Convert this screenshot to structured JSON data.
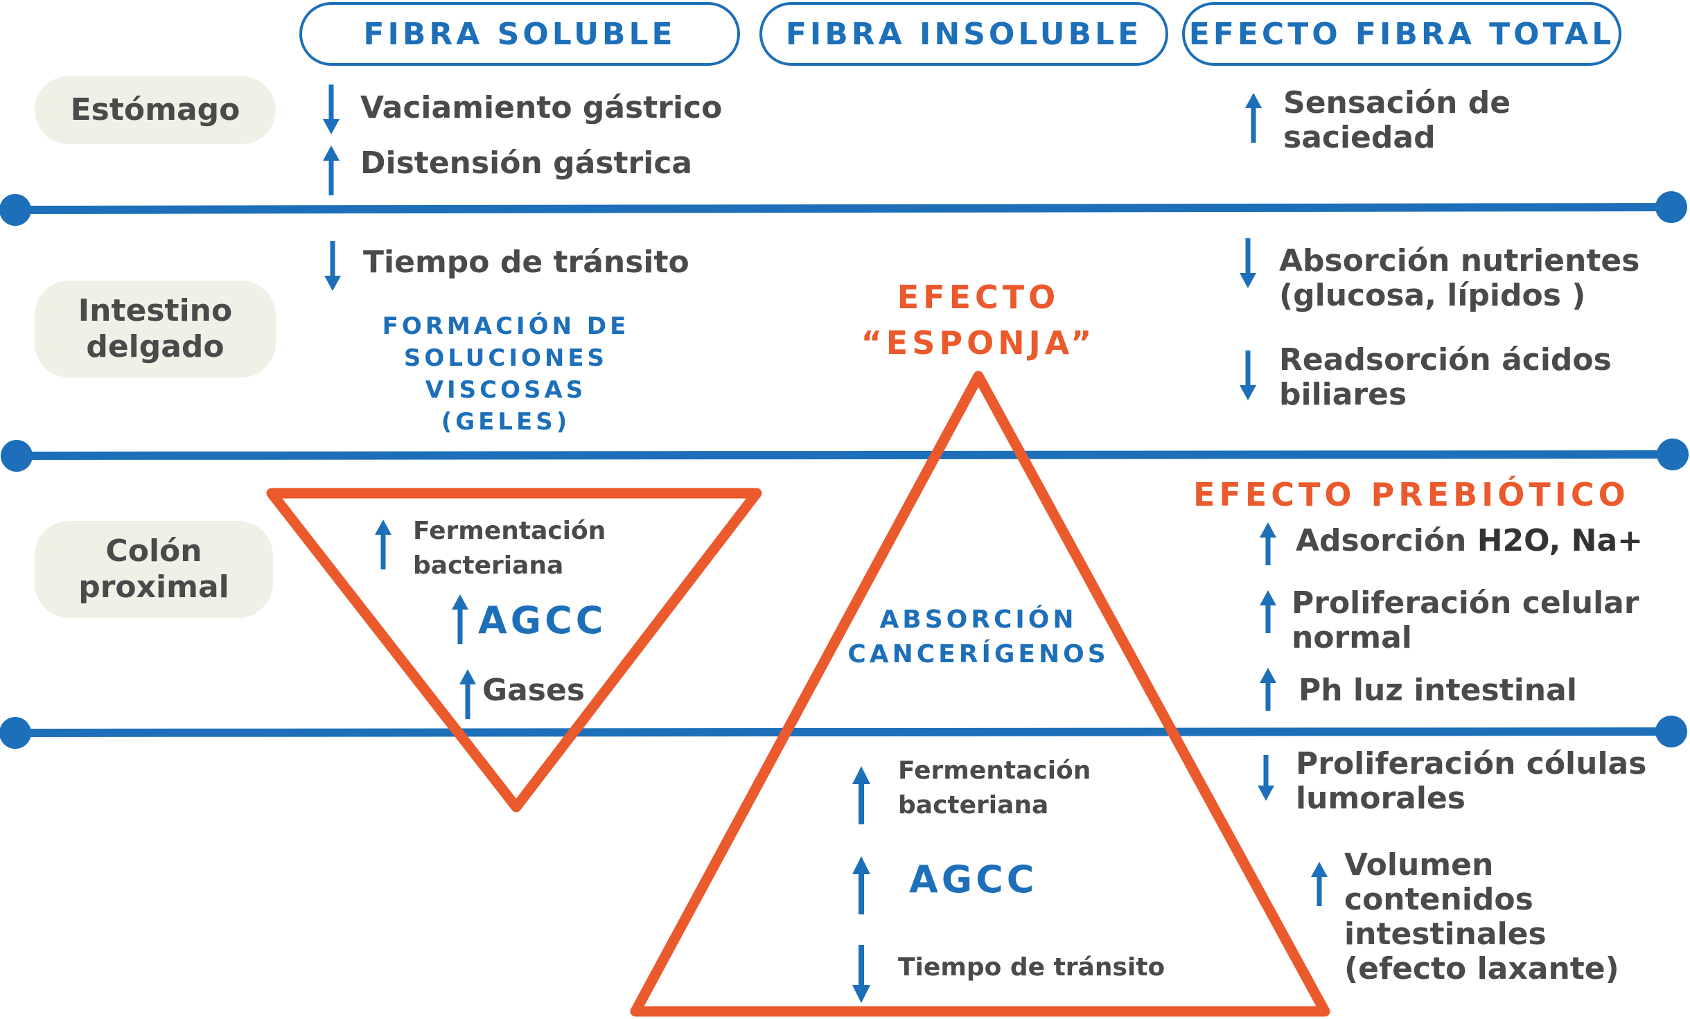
{
  "colors": {
    "blue": "#1c6fb8",
    "orange": "#ea5a2c",
    "text": "#4a4a4a",
    "pill_bg": "#f1f0e6"
  },
  "headers": {
    "soluble": "FIBRA SOLUBLE",
    "insoluble": "FIBRA INSOLUBLE",
    "total": "EFECTO FIBRA TOTAL"
  },
  "sections": {
    "stomach": "Estómago",
    "small_intestine": [
      "Intestino",
      "delgado"
    ],
    "colon": [
      "Colón",
      "proximal"
    ]
  },
  "stomach": {
    "soluble": [
      {
        "arrow": "down",
        "text": "Vaciamiento gástrico"
      },
      {
        "arrow": "up",
        "text": "Distensión gástrica"
      }
    ],
    "total": {
      "arrow": "up",
      "lines": [
        "Sensación de",
        "saciedad"
      ]
    }
  },
  "small_intestine": {
    "soluble": {
      "arrow": "down",
      "text": "Tiempo de tránsito"
    },
    "gel_label": [
      "FORMACIÓN DE",
      "SOLUCIONES",
      "VISCOSAS",
      "(GELES)"
    ],
    "sponge_label": [
      "EFECTO",
      "“ESPONJA”"
    ],
    "total": [
      {
        "arrow": "down",
        "lines": [
          "Absorción nutrientes",
          "(glucosa, lípidos )"
        ]
      },
      {
        "arrow": "down",
        "lines": [
          "Readsorción ácidos",
          "biliares"
        ]
      }
    ]
  },
  "colon": {
    "soluble": [
      {
        "arrow": "up",
        "lines": [
          "Fermentación",
          "bacteriana"
        ]
      },
      {
        "arrow": "up",
        "text": "AGCC"
      },
      {
        "arrow": "up",
        "text": "Gases"
      }
    ],
    "carcinogen_label": [
      "ABSORCIÓN",
      "CANCERÍGENOS"
    ],
    "insoluble": [
      {
        "arrow": "up",
        "lines": [
          "Fermentación",
          "bacteriana"
        ]
      },
      {
        "arrow": "up",
        "text": "AGCC"
      },
      {
        "arrow": "down",
        "text": "Tiempo de tránsito"
      }
    ],
    "prebiotic_label": "EFECTO PREBIÓTICO",
    "total": [
      {
        "arrow": "up",
        "text_prefix": "Adsorción ",
        "text_bold": "H2O, Na+"
      },
      {
        "arrow": "up",
        "lines": [
          "Proliferación celular",
          "normal"
        ]
      },
      {
        "arrow": "up",
        "text": "Ph luz intestinal"
      },
      {
        "arrow": "down",
        "lines": [
          "Proliferación cólulas",
          "lumorales"
        ]
      },
      {
        "arrow": "up",
        "lines": [
          "Volumen",
          "contenidos",
          "intestinales",
          "(efecto laxante)"
        ]
      }
    ]
  }
}
